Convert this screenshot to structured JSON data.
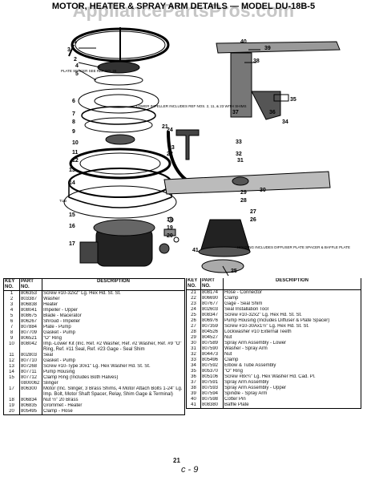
{
  "header": {
    "watermark": "AppliancePartsPros.com",
    "title": "MOTOR, HEATER & SPRAY ARM DETAILS — MODEL DU-18B-5"
  },
  "diagram": {
    "notes": {
      "plate_spacer": "PLATE SPACER SEE REF NO. 26",
      "lower_impeller": "LOWER IMPELLER INCLUDES REF NOS. 2, 11, & 23 WITH SHIMS",
      "housing": "HOUSING INCLUDES DIFFUSER PLATE SPACER & BAFFLE PLATE",
      "tub": "TUB"
    },
    "callouts": [
      "1",
      "2",
      "3",
      "4",
      "5",
      "6",
      "7",
      "8",
      "9",
      "10",
      "11",
      "12",
      "13",
      "14",
      "15",
      "16",
      "17",
      "18",
      "19",
      "20",
      "21",
      "22",
      "23",
      "24",
      "25",
      "26",
      "27",
      "28",
      "29",
      "30",
      "31",
      "32",
      "33",
      "34",
      "35",
      "36",
      "37",
      "38",
      "39",
      "40",
      "41"
    ]
  },
  "table": {
    "headers": {
      "key": "KEY NO.",
      "part": "PART NO.",
      "desc": "DESCRIPTION"
    },
    "left_rows": [
      {
        "key": "1",
        "part": "806353",
        "desc": "Screw #10-32x2\" Lg. Hex Hd. St. St."
      },
      {
        "key": "2",
        "part": "803387",
        "desc": "Washer"
      },
      {
        "key": "3",
        "part": "806838",
        "desc": "Heater"
      },
      {
        "key": "4",
        "part": "808041",
        "desc": "Impeller - Upper"
      },
      {
        "key": "5",
        "part": "808675",
        "desc": "Blade - Macerator"
      },
      {
        "key": "6",
        "part": "806267",
        "desc": "Shroud - Impeller"
      },
      {
        "key": "7",
        "part": "807884",
        "desc": "Plate - Pump"
      },
      {
        "key": "8",
        "part": "807709",
        "desc": "Gasket - Pump"
      },
      {
        "key": "9",
        "part": "806521",
        "desc": "\"O\" Ring"
      },
      {
        "key": "10",
        "part": "808042",
        "desc": "Imp.-Lower Kit (Inc. Ref. #2 Washer, Ref. #2 Washer, Ref. #9 \"O\" Ring, Ref. #11 Seal, Ref. #23 Gage - Seal Shim"
      },
      {
        "key": "11",
        "part": "802803",
        "desc": "Seal"
      },
      {
        "key": "12",
        "part": "807710",
        "desc": "Gasket - Pump"
      },
      {
        "key": "13",
        "part": "807268",
        "desc": "Screw #10-Type 30x1\" Lg. Hex Washer Hd. St. St."
      },
      {
        "key": "14",
        "part": "807711",
        "desc": "Pump Housing"
      },
      {
        "key": "15",
        "part": "807712",
        "desc": "Clamp Ring (Includes Both Halves)"
      },
      {
        "key": "",
        "part": "0800062",
        "desc": "Slinger"
      },
      {
        "key": "17",
        "part": "806300",
        "desc": "Motor (Inc. Slinger, 3 Brass Shims, 4 Motor Attach Bolts 1-24\" Lg. Imp. Bolt, Motor Shaft Spacer, Relay, Shim Gage & Terminal)"
      },
      {
        "key": "18",
        "part": "806834",
        "desc": "Nut ½\" 20 Brass"
      },
      {
        "key": "19",
        "part": "806835",
        "desc": "Grommet - Heater"
      },
      {
        "key": "20",
        "part": "805495",
        "desc": "Clamp - Hose"
      }
    ],
    "right_rows": [
      {
        "key": "21",
        "part": "808174",
        "desc": "Hose - Connector"
      },
      {
        "key": "22",
        "part": "806690",
        "desc": "Clamp"
      },
      {
        "key": "23",
        "part": "807677",
        "desc": "Gage - Seal Shim"
      },
      {
        "key": "24",
        "part": "802603",
        "desc": "Seal Installation Tool"
      },
      {
        "key": "25",
        "part": "808347",
        "desc": "Screw #10-32x2\" Lg. Hex Hd. St. St."
      },
      {
        "key": "26",
        "part": "806976",
        "desc": "Pump Housing (Includes Diffuser & Plate Spacer)"
      },
      {
        "key": "27",
        "part": "807359",
        "desc": "Screw #10-30Ax1½\" Lg. Hex Hd. St. St."
      },
      {
        "key": "28",
        "part": "804526",
        "desc": "Lockwasher #10 External Teeth"
      },
      {
        "key": "29",
        "part": "804527",
        "desc": "Nut"
      },
      {
        "key": "30",
        "part": "807589",
        "desc": "Spray Arm Assembly - Lower"
      },
      {
        "key": "31",
        "part": "807590",
        "desc": "Washer - Spray Arm"
      },
      {
        "key": "32",
        "part": "804473",
        "desc": "Nut"
      },
      {
        "key": "33",
        "part": "805496",
        "desc": "Clamp"
      },
      {
        "key": "34",
        "part": "807592",
        "desc": "Elbow & Tube Assembly"
      },
      {
        "key": "35",
        "part": "805370",
        "desc": "\"O\" Ring"
      },
      {
        "key": "36",
        "part": "805106",
        "desc": "Screw #8x¾\" Lg. Hex Washer Hd. Cad. Pl."
      },
      {
        "key": "37",
        "part": "807591",
        "desc": "Spray Arm Assembly"
      },
      {
        "key": "38",
        "part": "807593",
        "desc": "Spray Arm Assembly - Upper"
      },
      {
        "key": "39",
        "part": "807594",
        "desc": "Spindle - Spray Arm"
      },
      {
        "key": "40",
        "part": "807598",
        "desc": "Cotter Pin"
      },
      {
        "key": "41",
        "part": "808380",
        "desc": "Baffle Plate"
      }
    ]
  },
  "footer": {
    "page_number": "21",
    "handwritten_mark": "c - 9"
  }
}
